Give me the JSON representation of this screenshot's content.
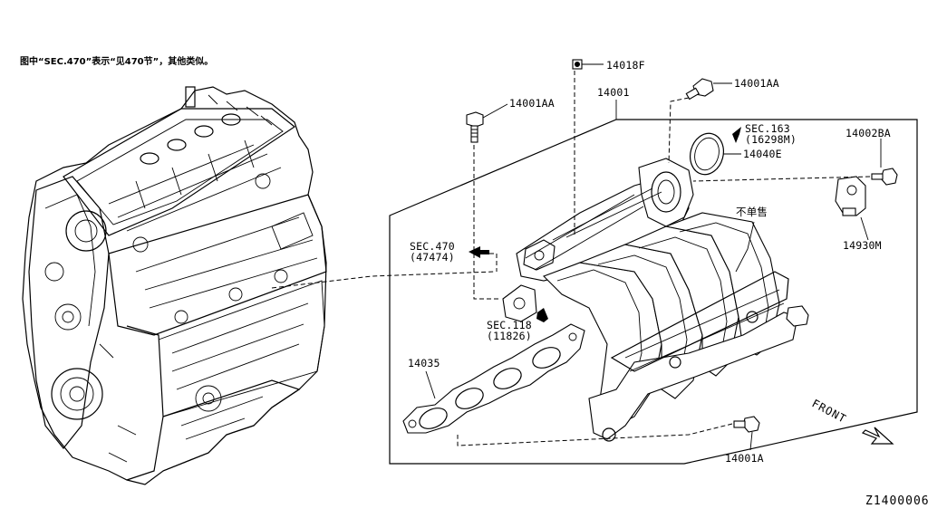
{
  "header_note": "图中“SEC.470”表示“见470节”，其他类似。",
  "callouts": {
    "p14018F": "14018F",
    "p14001": "14001",
    "p14001AA_left": "14001AA",
    "p14001AA_right": "14001AA",
    "p14002BA": "14002BA",
    "p14040E": "14040E",
    "p14930M": "14930M",
    "p14035": "14035",
    "p14001A": "14001A",
    "not_sold": "不单售"
  },
  "section_refs": {
    "sec163_a": "SEC.163",
    "sec163_b": "(16298M)",
    "sec470_a": "SEC.470",
    "sec470_b": "(47474)",
    "sec118_a": "SEC.118",
    "sec118_b": "(11826)"
  },
  "front_label": "FRONT",
  "diagram_code": "Z1400006"
}
